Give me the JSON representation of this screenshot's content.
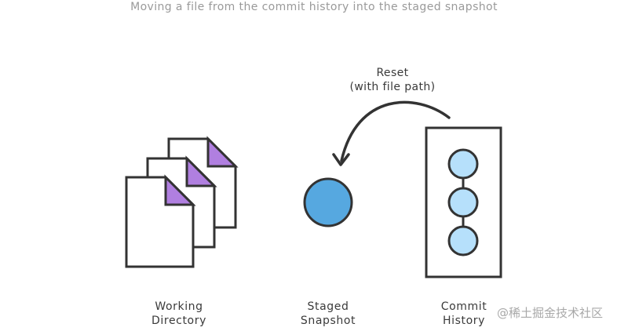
{
  "caption": "Moving a file from the commit history into the staged snapshot",
  "arrow": {
    "label_line1": "Reset",
    "label_line2": "(with file path)"
  },
  "areas": {
    "working_directory": {
      "line1": "Working",
      "line2": "Directory"
    },
    "staged_snapshot": {
      "line1": "Staged",
      "line2": "Snapshot"
    },
    "commit_history": {
      "line1": "Commit",
      "line2": "History"
    }
  },
  "colors": {
    "outline": "#333333",
    "file_corner": "#b07fe0",
    "staged_fill": "#56a8e0",
    "commit_fill": "#b6e0fb"
  },
  "icons": {
    "files": "document-stack-icon",
    "staged": "staged-circle-icon",
    "commit": "commit-node-icon"
  },
  "watermark": "@稀土掘金技术社区"
}
